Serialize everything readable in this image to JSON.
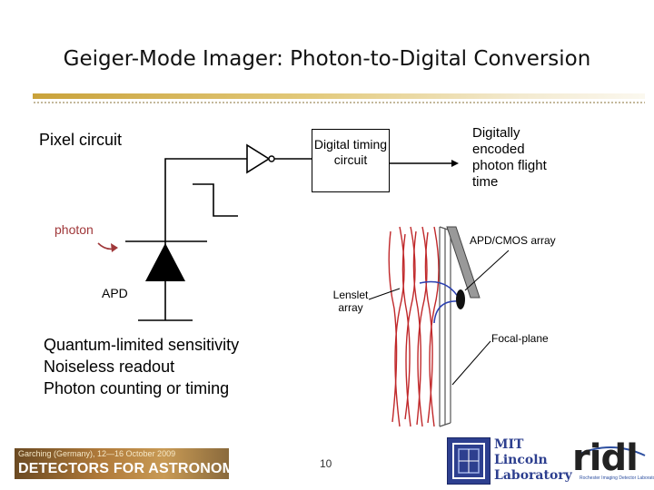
{
  "slide": {
    "title": "Geiger-Mode Imager: Photon-to-Digital Conversion",
    "page_number": "10"
  },
  "diagram": {
    "pixel_circuit_label": "Pixel circuit",
    "timing_box_label": "Digital timing circuit",
    "output_label": "Digitally encoded photon flight time",
    "photon_label": "photon",
    "apd_label": "APD",
    "apd_cmos_label": "APD/CMOS array",
    "lenslet_label": "Lenslet array",
    "focal_plane_label": "Focal-plane"
  },
  "bullets": [
    "Quantum-limited sensitivity",
    "Noiseless readout",
    "Photon counting or timing"
  ],
  "footer": {
    "conference_dates": "Garching (Germany), 12—16 October 2009",
    "conference_name": "DETECTORS FOR ASTRONOMY",
    "mit_logo_lines": [
      "MIT",
      "Lincoln",
      "Laboratory"
    ],
    "ridl_logo": "ridl",
    "ridl_tagline": "Rochester Imaging Detector Laboratory"
  },
  "colors": {
    "photon_arrow": "#a0383a",
    "lenslet_red": "#c0282a",
    "ray_blue": "#2a3fb0",
    "title_rule": "#c9a23a",
    "mit_blue": "#2d3f8f"
  }
}
